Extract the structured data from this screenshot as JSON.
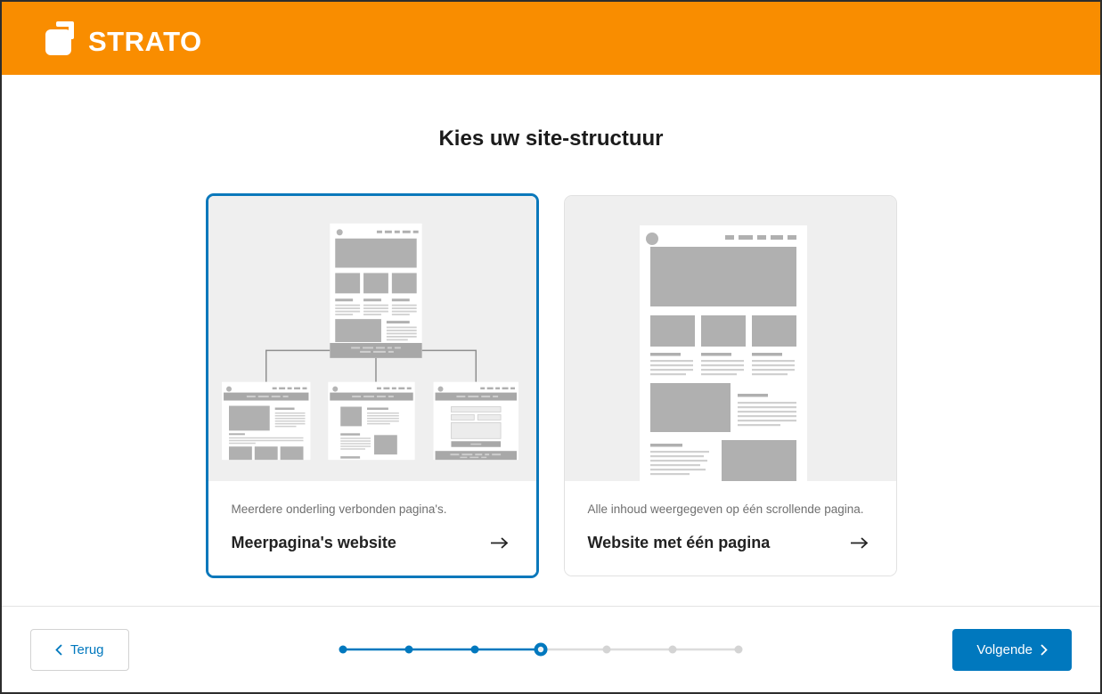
{
  "header": {
    "brand": "STRATO"
  },
  "page": {
    "title": "Kies uw site-structuur"
  },
  "options": [
    {
      "id": "multi-page",
      "selected": true,
      "description": "Meerdere onderling verbonden pagina's.",
      "label": "Meerpagina's website",
      "illustration": "multi-page-sitemap-wireframe"
    },
    {
      "id": "one-page",
      "selected": false,
      "description": "Alle inhoud weergegeven op één scrollende pagina.",
      "label": "Website met één pagina",
      "illustration": "single-scrolling-page-wireframe"
    }
  ],
  "footer": {
    "back_label": "Terug",
    "next_label": "Volgende",
    "stepper": {
      "total_steps": 7,
      "current_step": 4,
      "completed_steps": 3
    }
  },
  "colors": {
    "brand_orange": "#f98d00",
    "accent_blue": "#0078be",
    "selected_border_blue": "#0b78bb",
    "illustration_bg": "#efefef",
    "wireframe_block": "#b0b0b0",
    "wireframe_band": "#a8a8a8",
    "wireframe_line": "#d0d0d0",
    "stepper_inactive": "#d4d4d4"
  }
}
